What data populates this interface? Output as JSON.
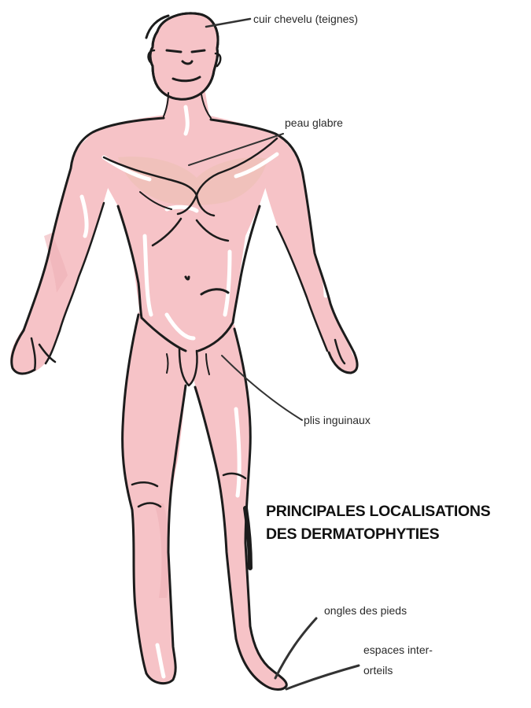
{
  "colors": {
    "skin": "#f6c3c7",
    "skin_shade": "#efb0b6",
    "chest_tint": "#edc0b2",
    "highlight": "#ffffff",
    "outline": "#1c1c1c",
    "leader_line": "#333333",
    "text": "#2a2a2a"
  },
  "title": {
    "line1": "PRINCIPALES LOCALISATIONS",
    "line2": "DES DERMATOPHYTIES"
  },
  "labels": {
    "scalp": "cuir chevelu (teignes)",
    "glabrous_skin": "peau glabre",
    "groin_folds": "plis inguinaux",
    "toenails": "ongles des pieds",
    "interdigital_line1": "espaces inter-",
    "interdigital_line2": "orteils"
  }
}
